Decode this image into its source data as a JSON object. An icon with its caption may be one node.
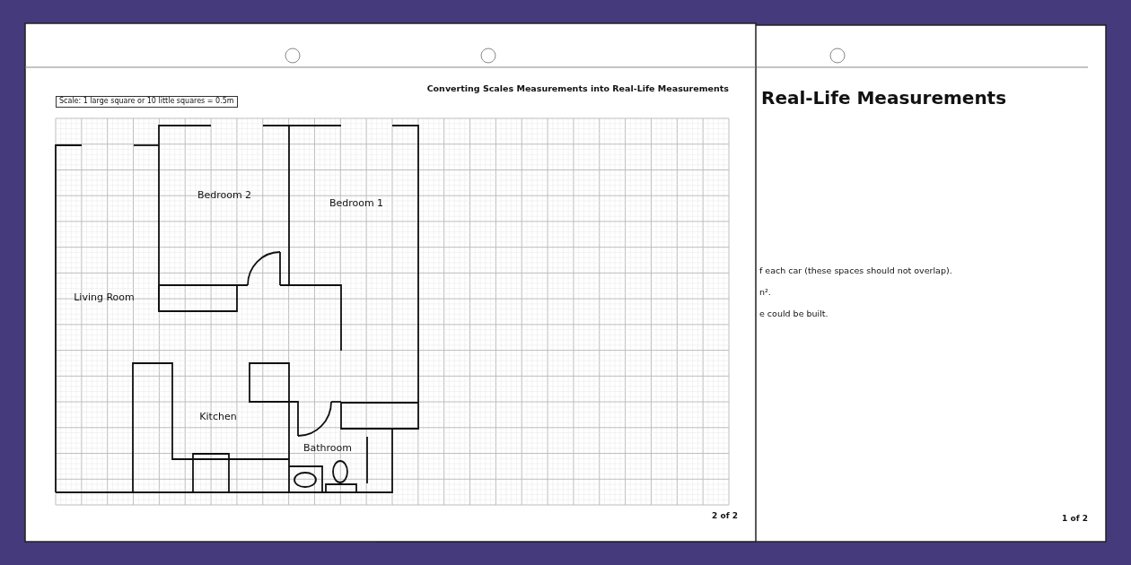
{
  "diagram": {
    "title": "Converting Scales Measurements into Real-Life Measurements",
    "nodes": [
      {
        "text": [
          "Scale: 1 large square or 10 little squares = 0.5m"
        ]
      }
    ],
    "labels": [
      "Bedroom 2",
      "Bedroom 1",
      "Living Room",
      "Kitchen",
      "Bathroom",
      "2 of 2",
      "Real-Life Measurements",
      "f each car (these spaces should not overlap).",
      "n².",
      "e could be built.",
      "1 of 2"
    ]
  }
}
